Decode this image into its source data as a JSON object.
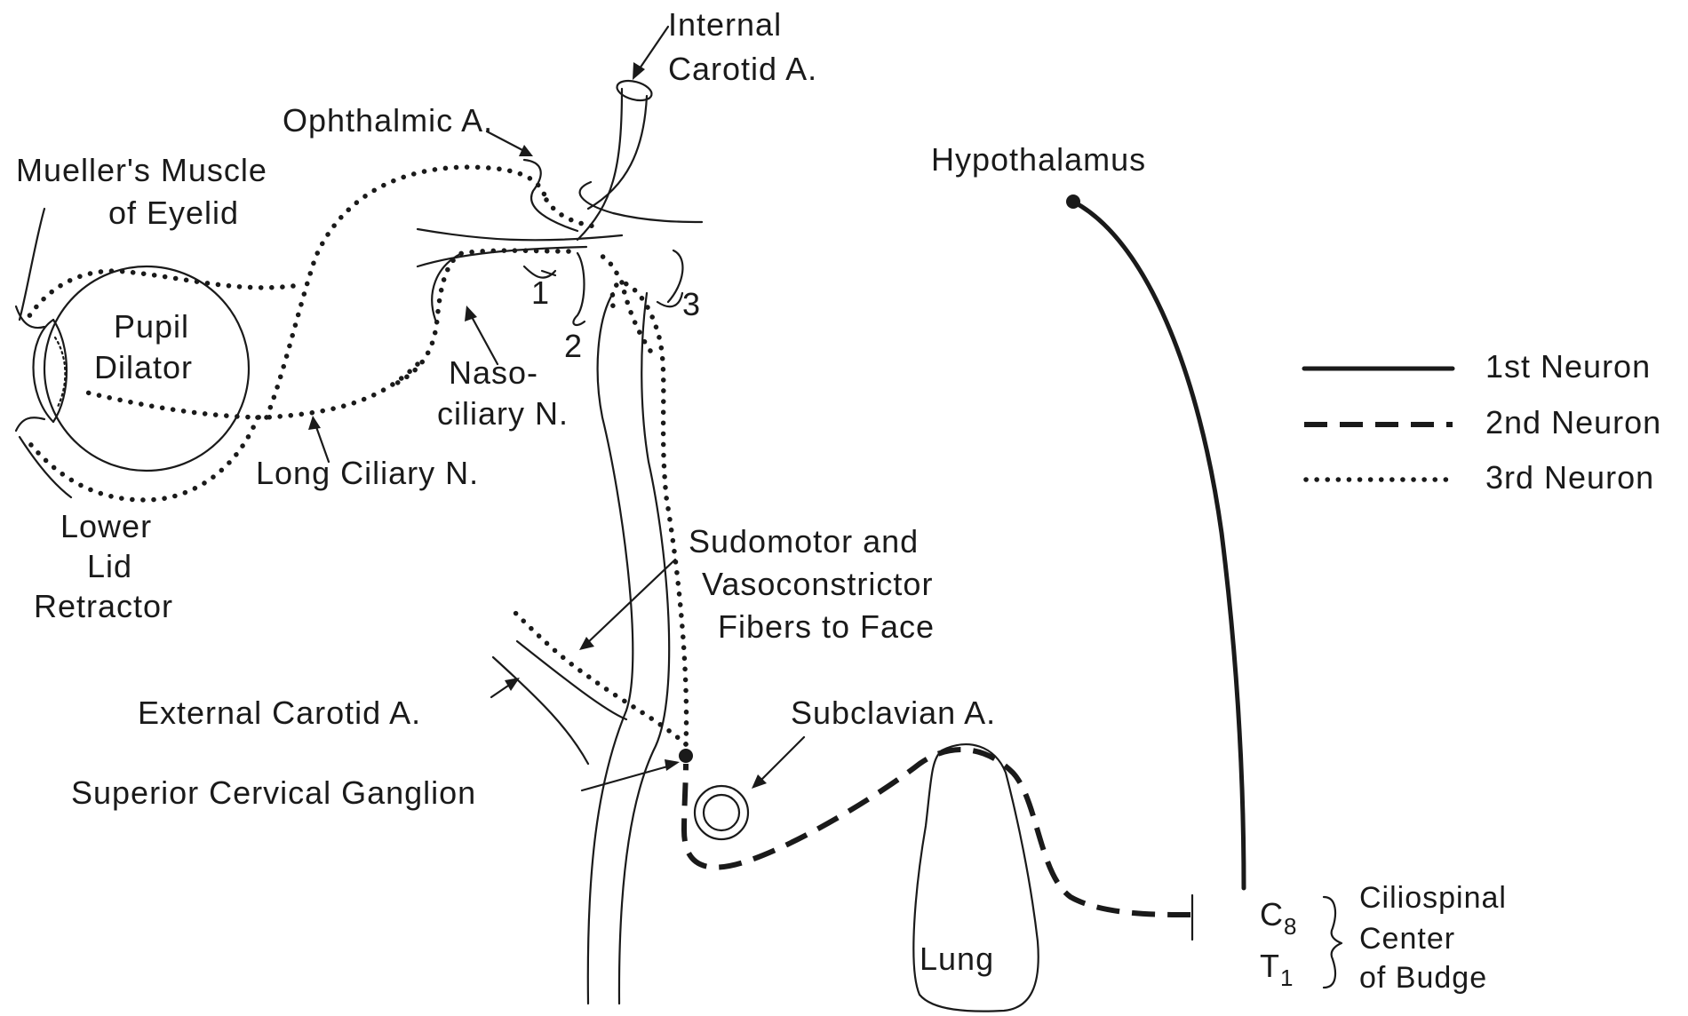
{
  "labels": {
    "internal_carotid_1": "Internal",
    "internal_carotid_2": "Carotid A.",
    "ophthalmic": "Ophthalmic A.",
    "mueller_1": "Mueller's Muscle",
    "mueller_2": "of Eyelid",
    "pupil_1": "Pupil",
    "pupil_2": "Dilator",
    "naso_1": "Naso-",
    "naso_2": "ciliary N.",
    "long_ciliary": "Long Ciliary N.",
    "lower_lid_1": "Lower",
    "lower_lid_2": "Lid",
    "lower_lid_3": "Retractor",
    "sudomotor_1": "Sudomotor and",
    "sudomotor_2": "Vasoconstrictor",
    "sudomotor_3": "Fibers to Face",
    "external_carotid": "External Carotid A.",
    "subclavian": "Subclavian A.",
    "superior_cervical": "Superior Cervical Ganglion",
    "hypothalamus": "Hypothalamus",
    "lung": "Lung",
    "c8": "C",
    "c8_sub": "8",
    "t1": "T",
    "t1_sub": "1",
    "ciliospinal_1": "Ciliospinal",
    "ciliospinal_2": "Center",
    "ciliospinal_3": "of Budge",
    "branch_1": "1",
    "branch_2": "2",
    "branch_3": "3"
  },
  "legend": [
    {
      "style": "solid",
      "label": "1st Neuron"
    },
    {
      "style": "dashed",
      "label": "2nd Neuron"
    },
    {
      "style": "dotted",
      "label": "3rd Neuron"
    }
  ]
}
